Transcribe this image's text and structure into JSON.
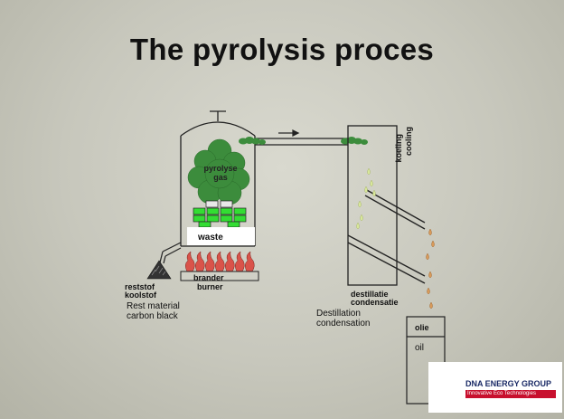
{
  "title": "The pyrolysis proces",
  "reactor": {
    "gas_label_line1": "pyrolyse",
    "gas_label_line2": "gas",
    "waste_label": "waste"
  },
  "burner": {
    "label_nl": "brander",
    "label_en": "burner"
  },
  "residue": {
    "label_nl_line1": "reststof",
    "label_nl_line2": "koolstof",
    "label_en_line1": "Rest material",
    "label_en_line2": "carbon black"
  },
  "column": {
    "label_nl_line1": "destillatie",
    "label_nl_line2": "condensatie",
    "label_en_line1": "Destillation",
    "label_en_line2": "condensation",
    "cooling_nl": "koeling",
    "cooling_en": "cooling"
  },
  "tank": {
    "label_nl": "olie",
    "label_en": "oil"
  },
  "logo": {
    "name": "DNA ENERGY GROUP",
    "tagline": "Innovative Eco Technologies"
  },
  "colors": {
    "gas_cloud": "#3c8c3c",
    "waste_blocks": "#33dd33",
    "flames": "#d9534a",
    "drops_light": "#d8e89a",
    "drops_oil": "#d99a5a"
  }
}
